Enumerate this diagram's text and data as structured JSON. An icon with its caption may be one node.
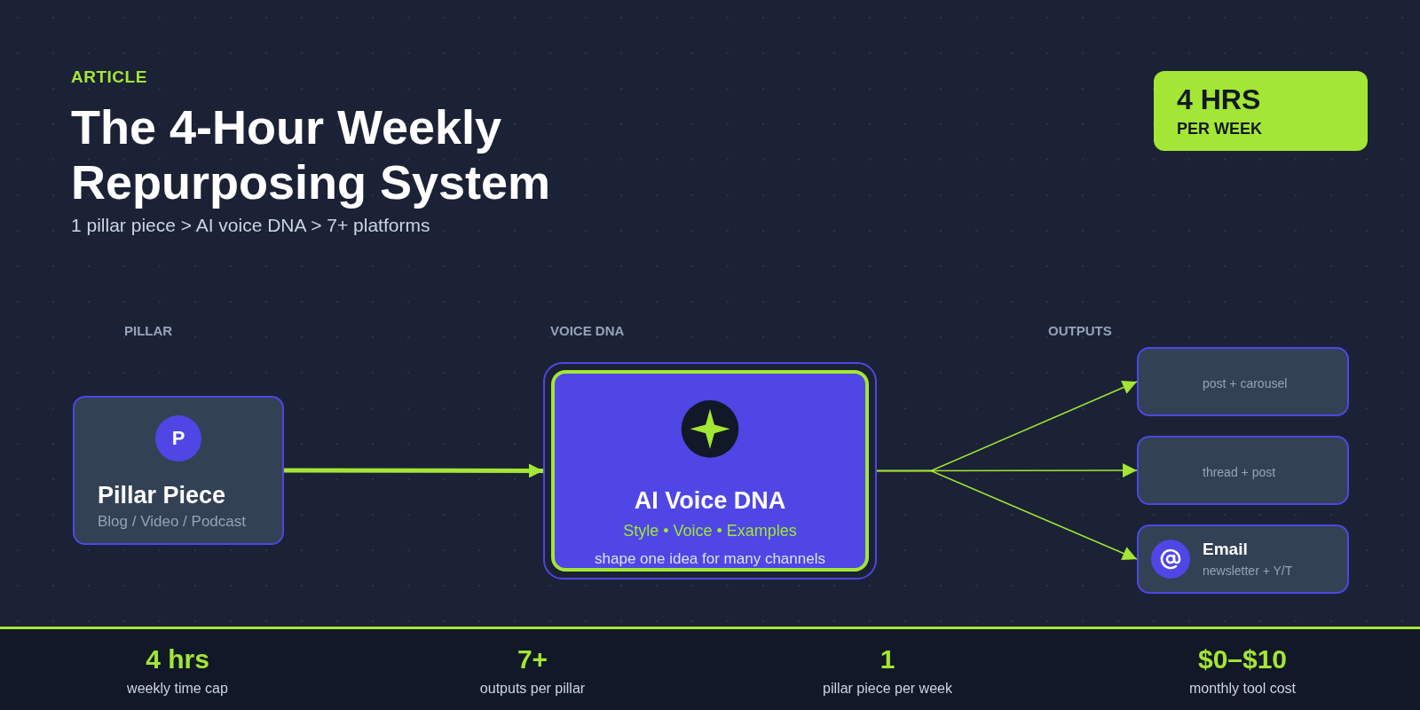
{
  "diagram": {
    "title": "The 4-Hour Weekly Repurposing System",
    "nodes": [
      {
        "text": [
          "4 HRS",
          "PER WEEK"
        ]
      },
      {
        "text": [
          "P",
          "Pillar Piece",
          "Blog / Video / Podcast"
        ]
      },
      {
        "text": [
          "AI Voice DNA",
          "Style • Voice • Examples",
          "shape one idea for many channels"
        ]
      },
      {
        "text": [
          "post + carousel"
        ]
      },
      {
        "text": [
          "thread + post"
        ]
      },
      {
        "text": [
          "Email",
          "newsletter + Y/T"
        ]
      }
    ],
    "edges": [
      {
        "from": 1,
        "to": 2,
        "arrow": "to",
        "style": "thick"
      },
      {
        "from": 2,
        "to": 3,
        "arrow": "to"
      },
      {
        "from": 2,
        "to": 4,
        "arrow": "to"
      },
      {
        "from": 2,
        "to": 5,
        "arrow": "to"
      }
    ],
    "labels": [
      "ARTICLE",
      "1 pillar piece > AI voice DNA > 7+ platforms",
      "PILLAR",
      "VOICE DNA",
      "OUTPUTS",
      "4 hrs",
      "weekly time cap",
      "7+",
      "outputs per pillar",
      "1",
      "pillar piece per week",
      "$0–$10",
      "monthly tool cost"
    ]
  }
}
